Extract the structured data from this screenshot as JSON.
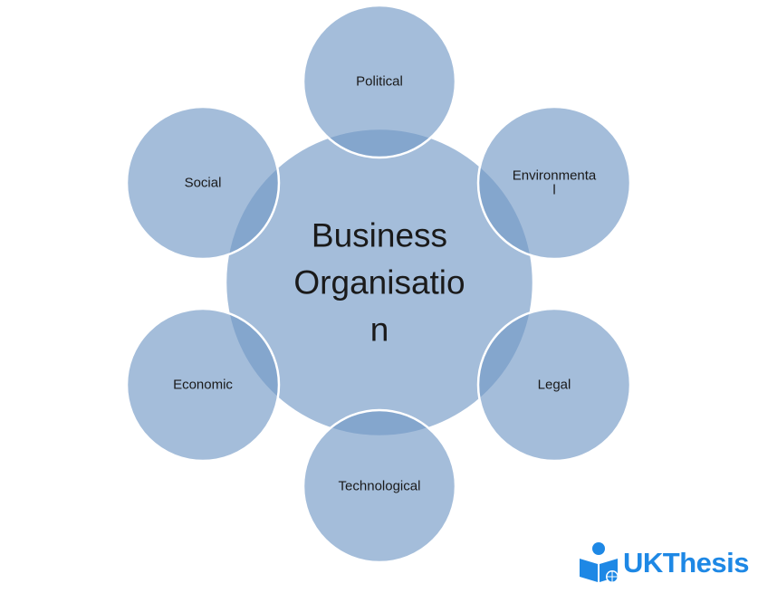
{
  "colors": {
    "circle_fill": "#7399c6",
    "circle_stroke": "#ffffff",
    "text": "#1a1a1a",
    "logo_blue": "#1e88e5"
  },
  "diagram": {
    "center": {
      "lines": [
        "Business",
        "Organisatio",
        "n"
      ]
    },
    "satellites": [
      {
        "id": "political",
        "lines": [
          "Political"
        ]
      },
      {
        "id": "environmental",
        "lines": [
          "Environmenta",
          "l"
        ]
      },
      {
        "id": "legal",
        "lines": [
          "Legal"
        ]
      },
      {
        "id": "technological",
        "lines": [
          "Technological"
        ]
      },
      {
        "id": "economic",
        "lines": [
          "Economic"
        ]
      },
      {
        "id": "social",
        "lines": [
          "Social"
        ]
      }
    ]
  },
  "logo": {
    "icon": "reader-book-globe-icon",
    "text_uk": "UK",
    "text_thesis": "Thesis"
  }
}
